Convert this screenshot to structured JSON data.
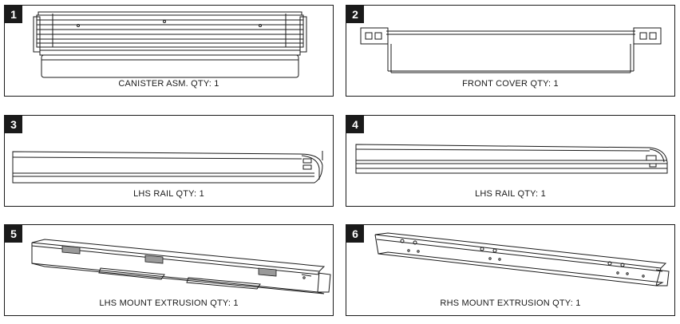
{
  "panels": [
    {
      "number": "1",
      "caption": "CANISTER ASM. QTY: 1"
    },
    {
      "number": "2",
      "caption": "FRONT COVER QTY: 1"
    },
    {
      "number": "3",
      "caption": "LHS RAIL QTY: 1"
    },
    {
      "number": "4",
      "caption": "LHS RAIL QTY: 1"
    },
    {
      "number": "5",
      "caption": "LHS MOUNT EXTRUSION QTY: 1"
    },
    {
      "number": "6",
      "caption": "RHS MOUNT EXTRUSION QTY: 1"
    }
  ],
  "colors": {
    "ink": "#1a1a1a",
    "shade": "#9a9a9a",
    "background": "#ffffff"
  }
}
